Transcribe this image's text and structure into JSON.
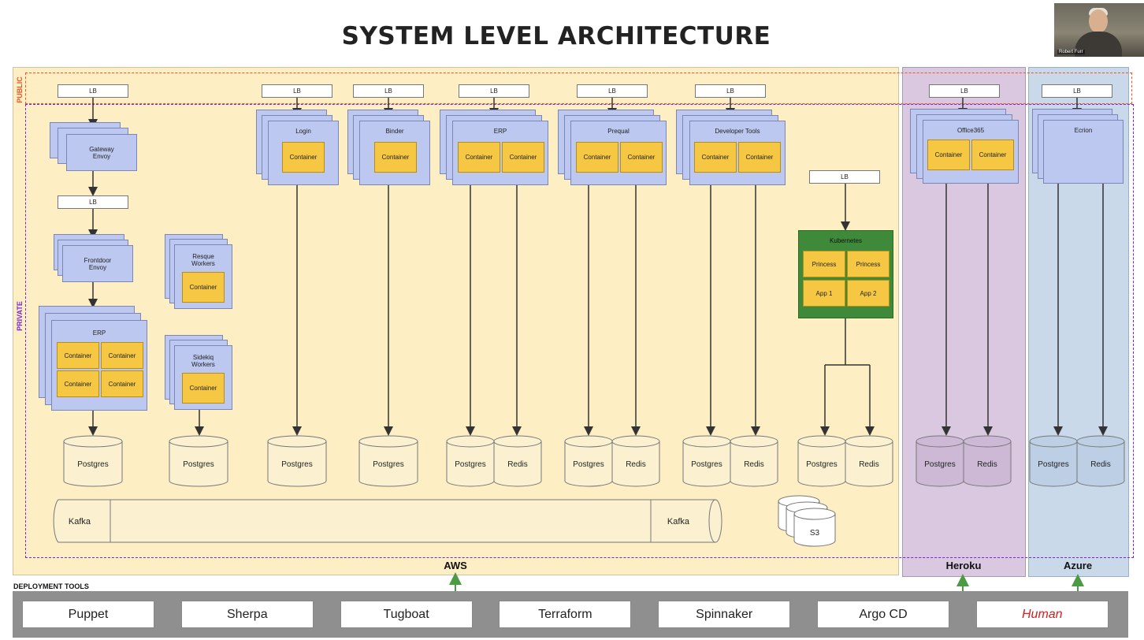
{
  "title": "SYSTEM LEVEL ARCHITECTURE",
  "webcam": {
    "name": "Robert Furr"
  },
  "zones": {
    "public": "PUBLIC",
    "private": "PRIVATE"
  },
  "regions": {
    "aws": "AWS",
    "heroku": "Heroku",
    "azure": "Azure"
  },
  "lb": "LB",
  "container": "Container",
  "services": {
    "gateway": "Gateway Envoy",
    "frontdoor": "Frontdoor Envoy",
    "erp_left": "ERP",
    "resque": "Resque Workers",
    "sidekiq": "Sidekiq Workers",
    "login": "Login",
    "binder": "Binder",
    "erp": "ERP",
    "prequal": "Prequal",
    "devtools": "Developer Tools",
    "office365": "Office365",
    "ecrion": "Ecrion"
  },
  "kubernetes": {
    "title": "Kubernetes",
    "pods": [
      "Princess",
      "Princess",
      "App 1",
      "App 2"
    ]
  },
  "databases": {
    "postgres": "Postgres",
    "redis": "Redis",
    "s3": "S3",
    "kafka": "Kafka"
  },
  "deployment": {
    "label": "DEPLOYMENT TOOLS",
    "tools": [
      "Puppet",
      "Sherpa",
      "Tugboat",
      "Terraform",
      "Spinnaker",
      "Argo CD",
      "Human"
    ]
  },
  "colors": {
    "aws_bg": "#fdeec4",
    "heroku_bg": "#d9c8e0",
    "azure_bg": "#c9d9ea",
    "public_border": "#e8582c",
    "private_border": "#7a23d8",
    "service_blue": "#bcc8f0",
    "container_yellow": "#f6c743",
    "kubernetes_green": "#3f8a3a",
    "deploy_bar": "#8f8f8f",
    "arrow_green": "#4c9a44",
    "human_red": "#d32020"
  }
}
